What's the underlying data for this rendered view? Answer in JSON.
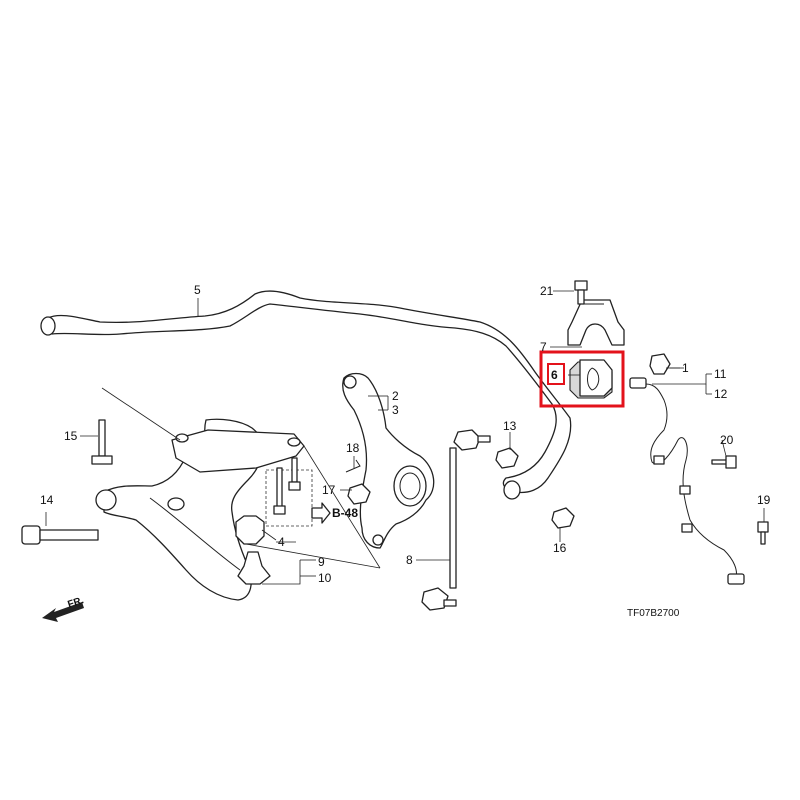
{
  "diagram": {
    "drawing_code": "TF07B2700",
    "forward_label": "FR.",
    "reference_label": "B-48",
    "highlight_color": "#e3121b",
    "highlighted_part": "6",
    "callouts": {
      "c1": "1",
      "c2": "2",
      "c3": "3",
      "c4": "4",
      "c5": "5",
      "c6": "6",
      "c7": "7",
      "c8": "8",
      "c9": "9",
      "c10": "10",
      "c11": "11",
      "c12": "12",
      "c13": "13",
      "c14": "14",
      "c15": "15",
      "c16": "16",
      "c17": "17",
      "c18": "18",
      "c19": "19",
      "c20": "20",
      "c21": "21"
    }
  }
}
